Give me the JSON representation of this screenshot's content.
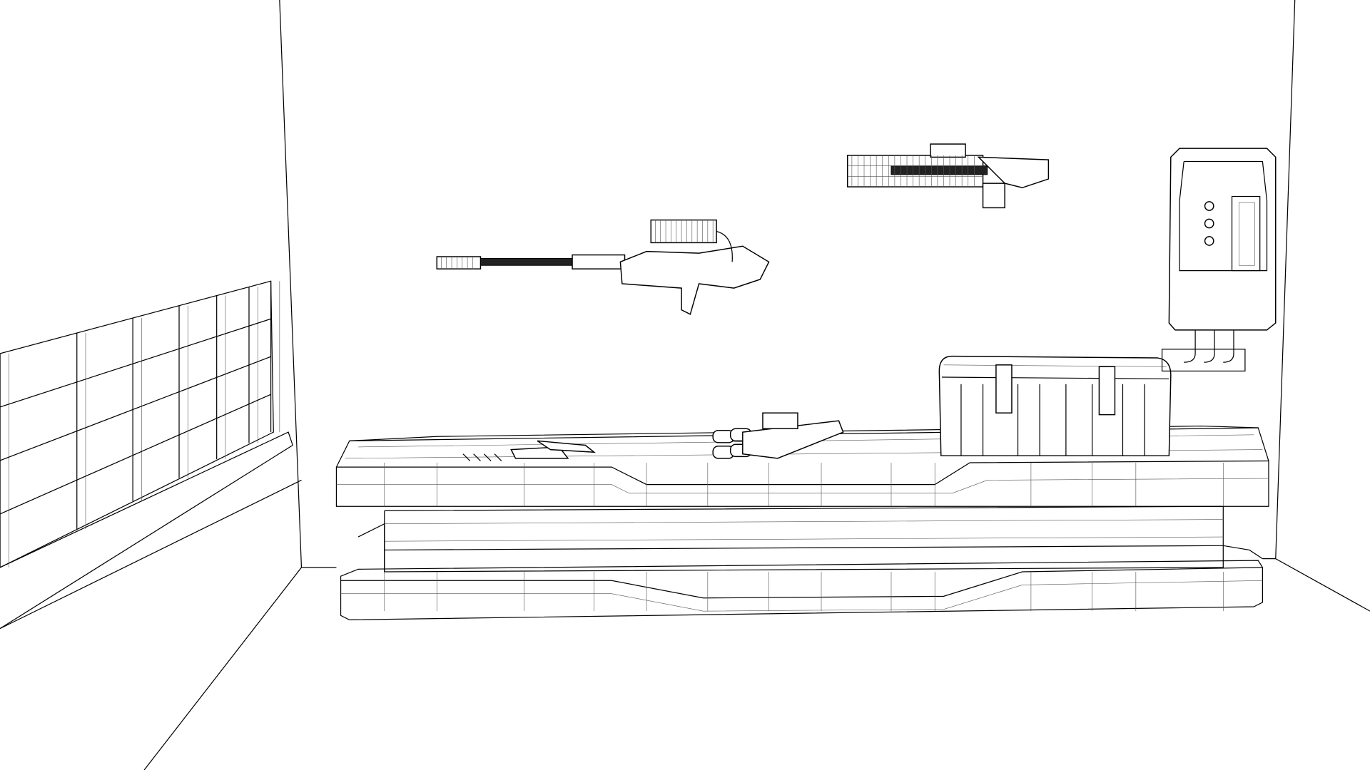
{
  "scene": {
    "style": "wireframe",
    "colors": {
      "background": "#ffffff",
      "line": "#000000"
    },
    "objects": [
      "room-walls",
      "tile-wall-panel",
      "counter",
      "crate",
      "wall-control-box",
      "rifle",
      "smg",
      "pistols",
      "grenade-launcher"
    ]
  }
}
